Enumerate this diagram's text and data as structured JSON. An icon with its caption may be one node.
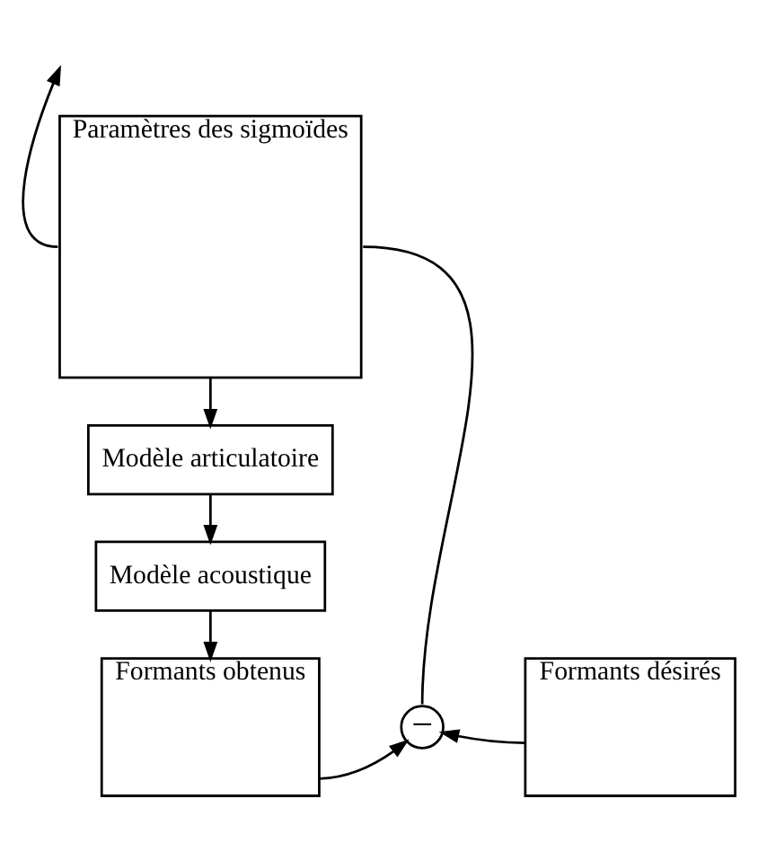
{
  "diagram": {
    "nodes": [
      {
        "text": [
          "Paramètres des sigmoïdes"
        ]
      },
      {
        "text": [
          "Modèle articulatoire"
        ]
      },
      {
        "text": [
          "Modèle acoustique"
        ]
      },
      {
        "text": [
          "Formants obtenus"
        ]
      },
      {
        "text": [
          "−"
        ]
      },
      {
        "text": [
          "Formants désirés"
        ]
      }
    ],
    "edges": [
      {
        "from": 0,
        "to": null,
        "arrow": "to"
      },
      {
        "from": 0,
        "to": 1,
        "arrow": "to"
      },
      {
        "from": 1,
        "to": 2,
        "arrow": "to"
      },
      {
        "from": 2,
        "to": 3,
        "arrow": "to"
      },
      {
        "from": 3,
        "to": 4,
        "arrow": "to"
      },
      {
        "from": 5,
        "to": 4,
        "arrow": "to"
      },
      {
        "from": 4,
        "to": 0,
        "arrow": "none"
      }
    ]
  }
}
